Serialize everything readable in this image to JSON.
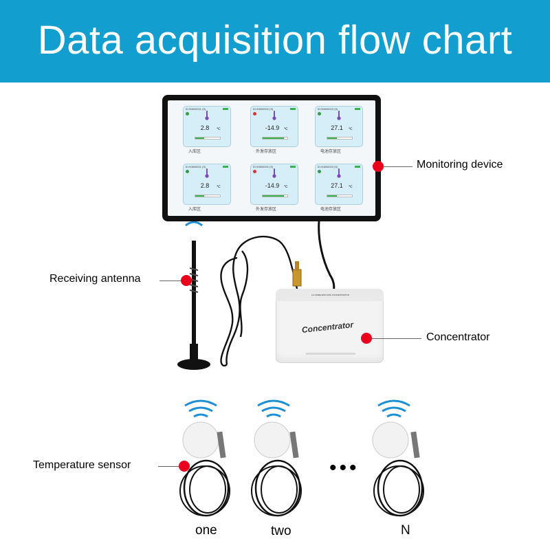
{
  "header": {
    "title": "Data acquisition flow chart",
    "background": "#139ed0"
  },
  "monitor": {
    "tiles": [
      {
        "id": "ID:90800001 (S)",
        "value": "2.8",
        "unit": "℃",
        "label": "入库区",
        "status": "online",
        "level": 0.35
      },
      {
        "id": "ID:90800002 (S)",
        "value": "-14.9",
        "unit": "℃",
        "label": "外发存放区",
        "status": "alarm",
        "level": 0.85
      },
      {
        "id": "ID:90800003 (S)",
        "value": "27.1",
        "unit": "℃",
        "label": "电池存放区",
        "status": "online",
        "level": 0.4
      },
      {
        "id": "ID:90800001 (S)",
        "value": "2.8",
        "unit": "℃",
        "label": "入库区",
        "status": "online",
        "level": 0.35
      },
      {
        "id": "ID:90800002 (S)",
        "value": "-14.9",
        "unit": "℃",
        "label": "外发存放区",
        "status": "alarm",
        "level": 0.85
      },
      {
        "id": "ID:90800003 (S)",
        "value": "27.1",
        "unit": "℃",
        "label": "电池存放区",
        "status": "online",
        "level": 0.4
      }
    ]
  },
  "callouts": {
    "monitoring_device": "Monitoring device",
    "receiving_antenna": "Receiving antenna",
    "concentrator": "Concentrator",
    "temperature_sensor": "Temperature  sensor"
  },
  "concentrator": {
    "name": "Concentrator",
    "small_text": "● ●  WIRELESS DATA CONCENTRATOR"
  },
  "sensors": {
    "labels": [
      "one",
      "two",
      "N"
    ],
    "ellipsis": "•••"
  },
  "colors": {
    "marker": "#e8001c",
    "signal": "#1a8fd6",
    "tile": "#d6eef7",
    "ok": "#37b24d"
  }
}
